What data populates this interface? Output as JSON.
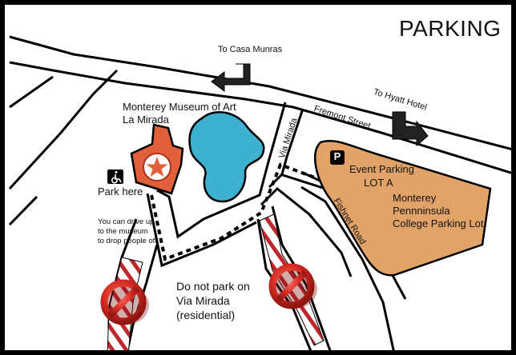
{
  "title": "PARKING",
  "streets": {
    "fremont": "Fremont Street",
    "via_mirada": "Via Mirada",
    "fishnet": "Fishnet Road"
  },
  "directions": {
    "casa_munras": "To Casa Munras",
    "hyatt": "To Hyatt Hotel"
  },
  "museum": {
    "line1": "Monterey Museum of Art",
    "line2": "La Mirada"
  },
  "accessible": {
    "icon": "wheelchair-icon",
    "label": "Park here"
  },
  "dropoff_note": {
    "line1": "You can drive up",
    "line2": "to the museum",
    "line3": "to drop people off"
  },
  "event_parking": {
    "badge": "P",
    "line1": "Event Parking",
    "line2": "LOT A"
  },
  "college_lot": {
    "line1": "Monterey",
    "line2": "Pennninsula",
    "line3": "College Parking Lot"
  },
  "no_parking": {
    "line1": "Do not park on",
    "line2": "Via Mirada",
    "line3": "(residential)"
  },
  "colors": {
    "pond": "#3fb1d0",
    "museum": "#e0603c",
    "lot": "#e2a368",
    "hatch": "#c0272d",
    "no_sign": "#d42a22"
  }
}
